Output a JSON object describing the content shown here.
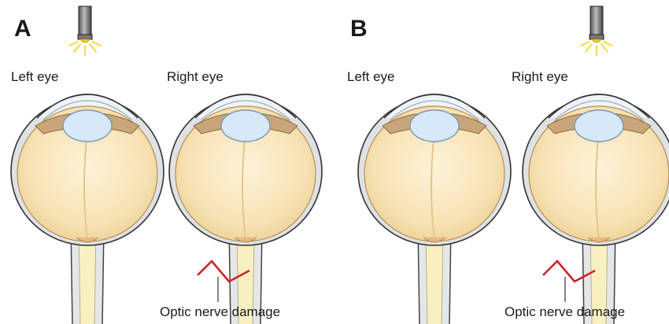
{
  "panels": [
    {
      "letter": "A",
      "left_eye_label": "Left eye",
      "right_eye_label": "Right eye",
      "damage_label": "Optic nerve damage",
      "light_shines_on": "left eye"
    },
    {
      "letter": "B",
      "left_eye_label": "Left eye",
      "right_eye_label": "Right eye",
      "damage_label": "Optic nerve damage",
      "light_shines_on": "right eye"
    }
  ],
  "colors": {
    "vitreous": "#f7e2b4",
    "lens": "#d7e8f8",
    "sclera": "#d4d8dc",
    "nerve": "#f8f0c0",
    "damage": "#cc2229",
    "light": "#f5d21a"
  },
  "icons": [
    "penlight-icon",
    "light-rays-icon",
    "eyeball-icon",
    "optic-nerve-damage-icon"
  ]
}
